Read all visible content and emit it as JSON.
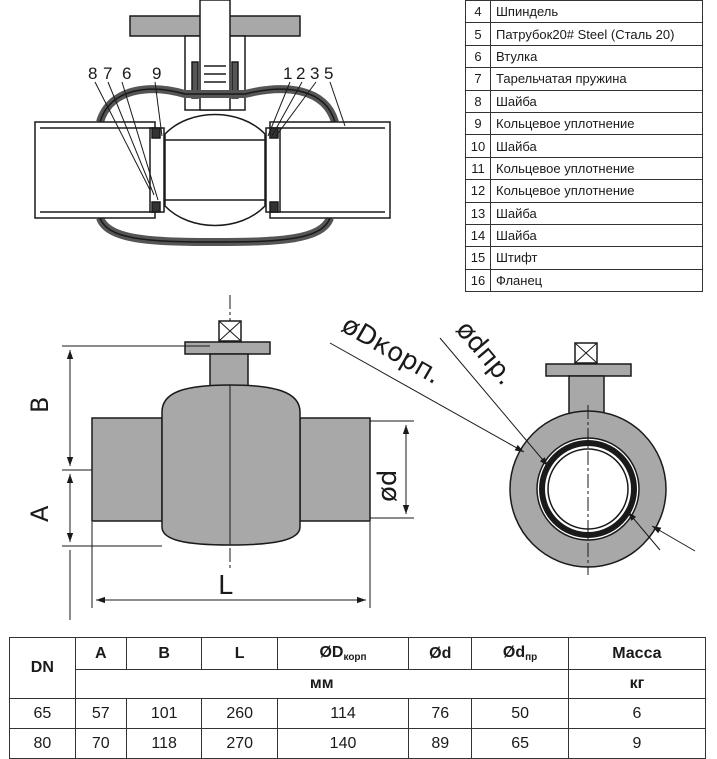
{
  "parts": [
    {
      "num": "4",
      "name": "Шпиндель"
    },
    {
      "num": "5",
      "name": "Патрубок20# Steel (Сталь 20)"
    },
    {
      "num": "6",
      "name": "Втулка"
    },
    {
      "num": "7",
      "name": "Тарельчатая пружина"
    },
    {
      "num": "8",
      "name": "Шайба"
    },
    {
      "num": "9",
      "name": "Кольцевое уплотнение"
    },
    {
      "num": "10",
      "name": "Шайба"
    },
    {
      "num": "11",
      "name": "Кольцевое уплотнение"
    },
    {
      "num": "12",
      "name": "Кольцевое уплотнение"
    },
    {
      "num": "13",
      "name": "Шайба"
    },
    {
      "num": "14",
      "name": "Шайба"
    },
    {
      "num": "15",
      "name": "Штифт"
    },
    {
      "num": "16",
      "name": "Фланец"
    }
  ],
  "section_callouts": {
    "left": [
      "8",
      "7",
      "6",
      "9"
    ],
    "right": [
      "1",
      "2",
      "3",
      "5"
    ]
  },
  "dimensions": {
    "A": "A",
    "B": "B",
    "L": "L",
    "d": "ød",
    "D_korp": "øDкорп.",
    "d_pr": "ødпр."
  },
  "spec_table": {
    "headers": {
      "dn": "DN",
      "a": "A",
      "b": "B",
      "l": "L",
      "dkorp_main": "ØD",
      "dkorp_sub": "корп",
      "d": "Ød",
      "dpr_main": "Ød",
      "dpr_sub": "пр",
      "mass": "Масса"
    },
    "units": {
      "mm": "мм",
      "kg": "кг"
    },
    "rows": [
      {
        "dn": "65",
        "a": "57",
        "b": "101",
        "l": "260",
        "dkorp": "114",
        "d": "76",
        "dpr": "50",
        "mass": "6"
      },
      {
        "dn": "80",
        "a": "70",
        "b": "118",
        "l": "270",
        "dkorp": "140",
        "d": "89",
        "dpr": "65",
        "mass": "9"
      }
    ]
  },
  "colors": {
    "body_fill": "#a8a8a8",
    "flange_fill": "#a8a8a8",
    "line": "#1a1a1a"
  }
}
